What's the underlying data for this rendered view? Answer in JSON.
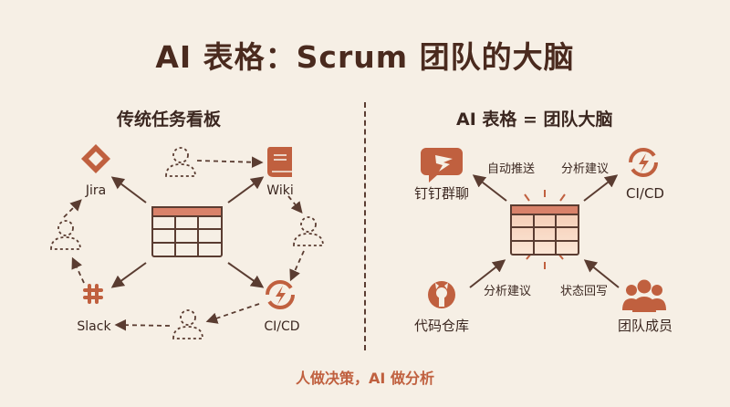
{
  "title": "AI 表格：Scrum 团队的大脑",
  "left": {
    "heading": "传统任务看板",
    "nodes": {
      "jira": "Jira",
      "wiki": "Wiki",
      "slack": "Slack",
      "cicd": "CI/CD"
    }
  },
  "right": {
    "heading": "AI 表格 = 团队大脑",
    "nodes": {
      "dingtalk": "钉钉群聊",
      "cicd": "CI/CD",
      "repo": "代码仓库",
      "team": "团队成员"
    },
    "edges": {
      "auto_push": "自动推送",
      "analyze_top": "分析建议",
      "analyze_bottom": "分析建议",
      "status_back": "状态回写"
    }
  },
  "footer": "人做决策，AI 做分析",
  "colors": {
    "background": "#f6efe5",
    "accent": "#c0603f",
    "dark": "#3b2720",
    "table_header": "#d9826a"
  }
}
